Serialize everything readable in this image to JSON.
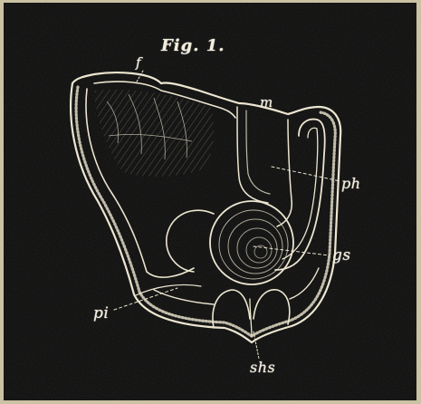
{
  "figure": {
    "title": "Fig. 1.",
    "labels": {
      "f": "f",
      "m": "m",
      "ph": "ph",
      "gs": "gs",
      "pi": "pi",
      "shs": "shs"
    }
  },
  "colors": {
    "frame": "#c9bfa0",
    "background": "#0b0b0b",
    "ink": "#ece6d0"
  }
}
